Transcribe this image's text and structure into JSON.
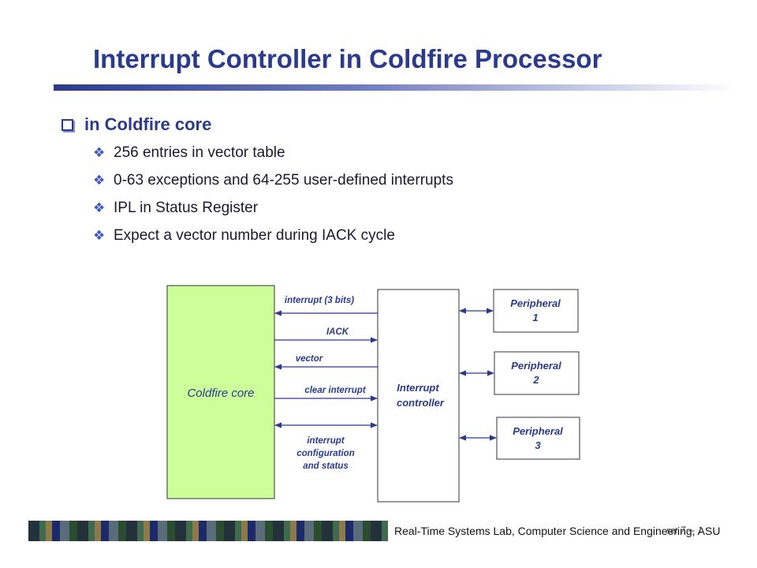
{
  "title": "Interrupt Controller in Coldfire Processor",
  "bullet": {
    "heading": "in Coldfire core",
    "items": [
      "256 entries in vector table",
      "0-63 exceptions and 64-255 user-defined interrupts",
      "IPL in Status Register",
      "Expect a vector number during IACK cycle"
    ]
  },
  "diagram": {
    "core_label": "Coldfire core",
    "controller_label": [
      "Interrupt",
      "controller"
    ],
    "signals": {
      "interrupt": "interrupt (3 bits)",
      "iack": "IACK",
      "vector": "vector",
      "clear": "clear interrupt",
      "config": [
        "interrupt",
        "configuration",
        "and status"
      ]
    },
    "peripherals": [
      [
        "Peripheral",
        "1"
      ],
      [
        "Peripheral",
        "2"
      ],
      [
        "Peripheral",
        "3"
      ]
    ],
    "colors": {
      "core_fill": "#ccff99",
      "label_blue": "#2a3a8f"
    }
  },
  "footer": {
    "lab": "Real-Time Systems Lab, Computer Science and Engineering, ASU",
    "slide": "set 7 -- 1"
  }
}
